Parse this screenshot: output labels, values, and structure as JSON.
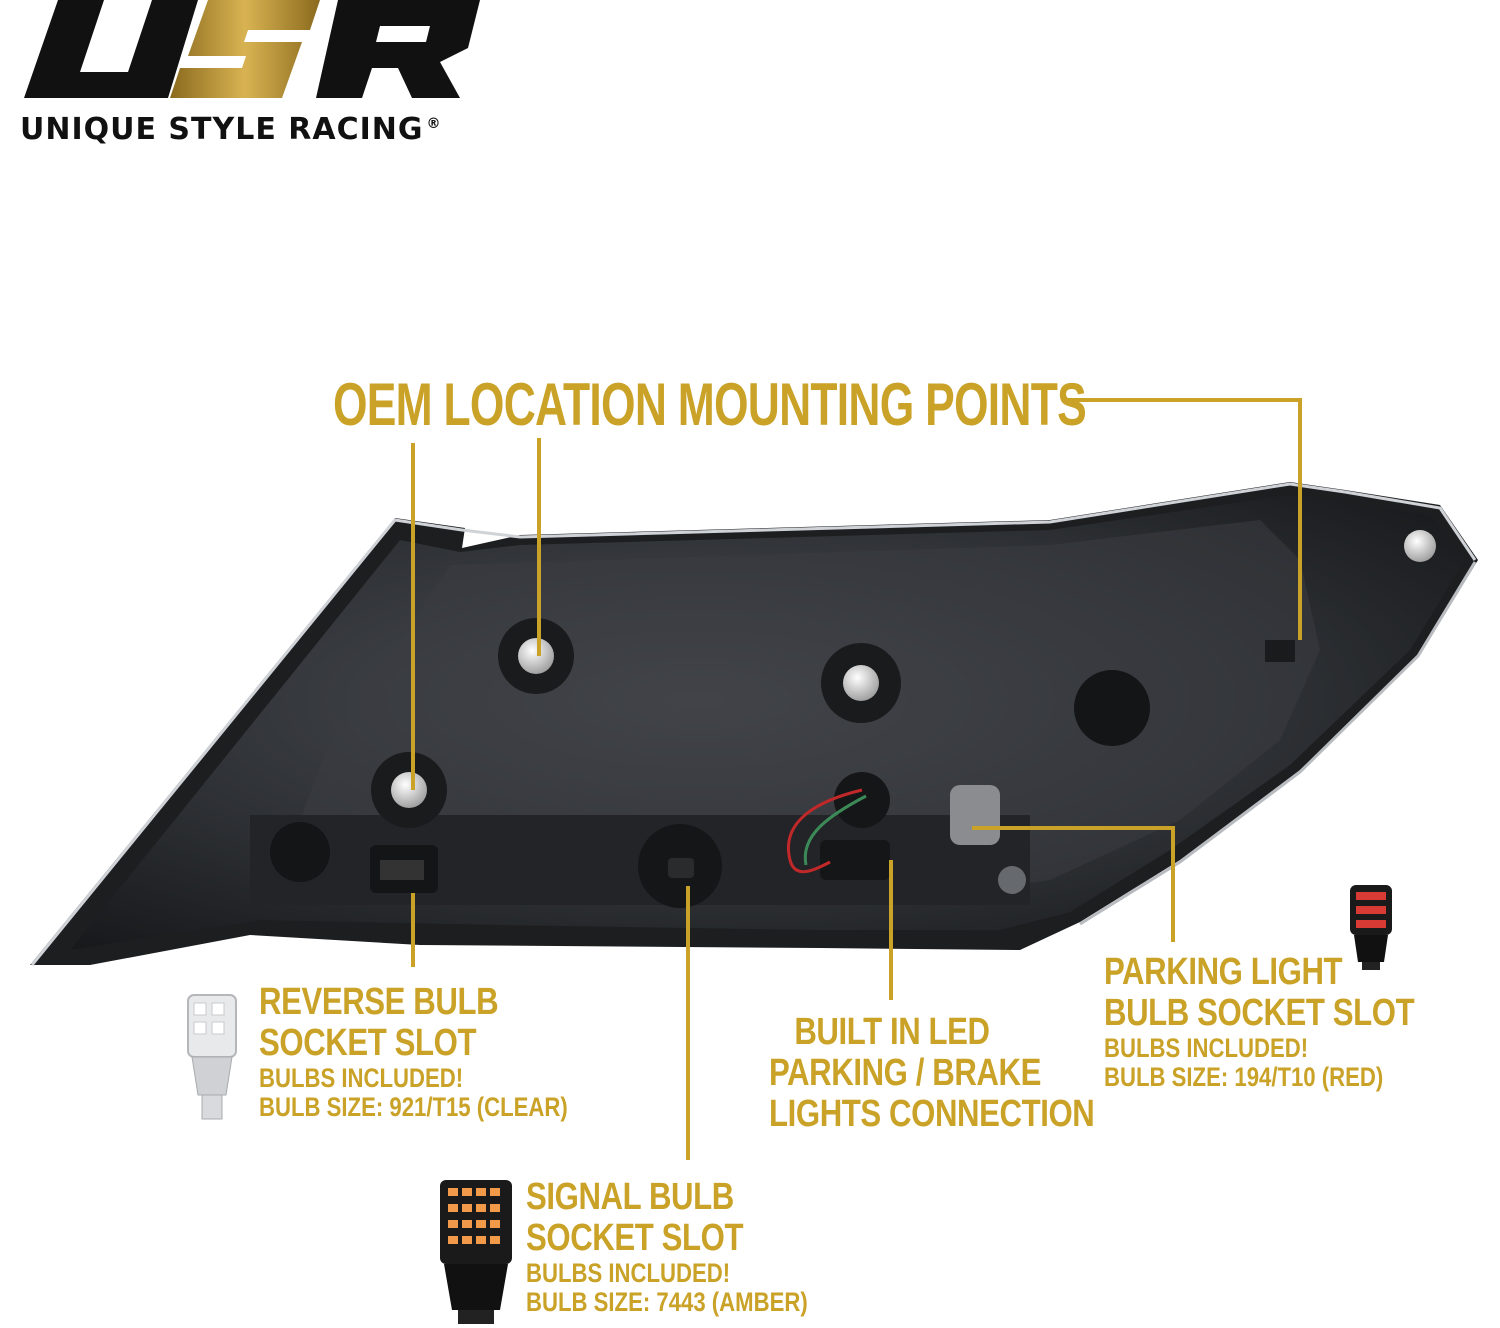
{
  "brand": {
    "logo_letters": "USR",
    "name": "UNIQUE STYLE RACING",
    "registered_mark": "®",
    "accent_color": "#c9a227",
    "logo_dark": "#111111"
  },
  "callouts": {
    "mounting": {
      "title": "OEM LOCATION MOUNTING POINTS"
    },
    "reverse": {
      "line1": "REVERSE BULB",
      "line2": "SOCKET SLOT",
      "note1": "BULBS INCLUDED!",
      "note2": "BULB SIZE: 921/T15 (CLEAR)"
    },
    "signal": {
      "line1": "SIGNAL BULB",
      "line2": "SOCKET SLOT",
      "note1": "BULBS INCLUDED!",
      "note2": "BULB SIZE: 7443 (AMBER)"
    },
    "builtin": {
      "line1": "BUILT IN LED",
      "line2": "PARKING / BRAKE",
      "line3": "LIGHTS CONNECTION"
    },
    "parking": {
      "line1": "PARKING LIGHT",
      "line2": "BULB SOCKET SLOT",
      "note1": "BULBS INCLUDED!",
      "note2": "BULB SIZE: 194/T10 (RED)"
    }
  },
  "product_image": {
    "icons": [
      "tail-lamp-housing-icon",
      "reverse-bulb-icon",
      "signal-bulb-icon",
      "parking-bulb-icon"
    ]
  }
}
